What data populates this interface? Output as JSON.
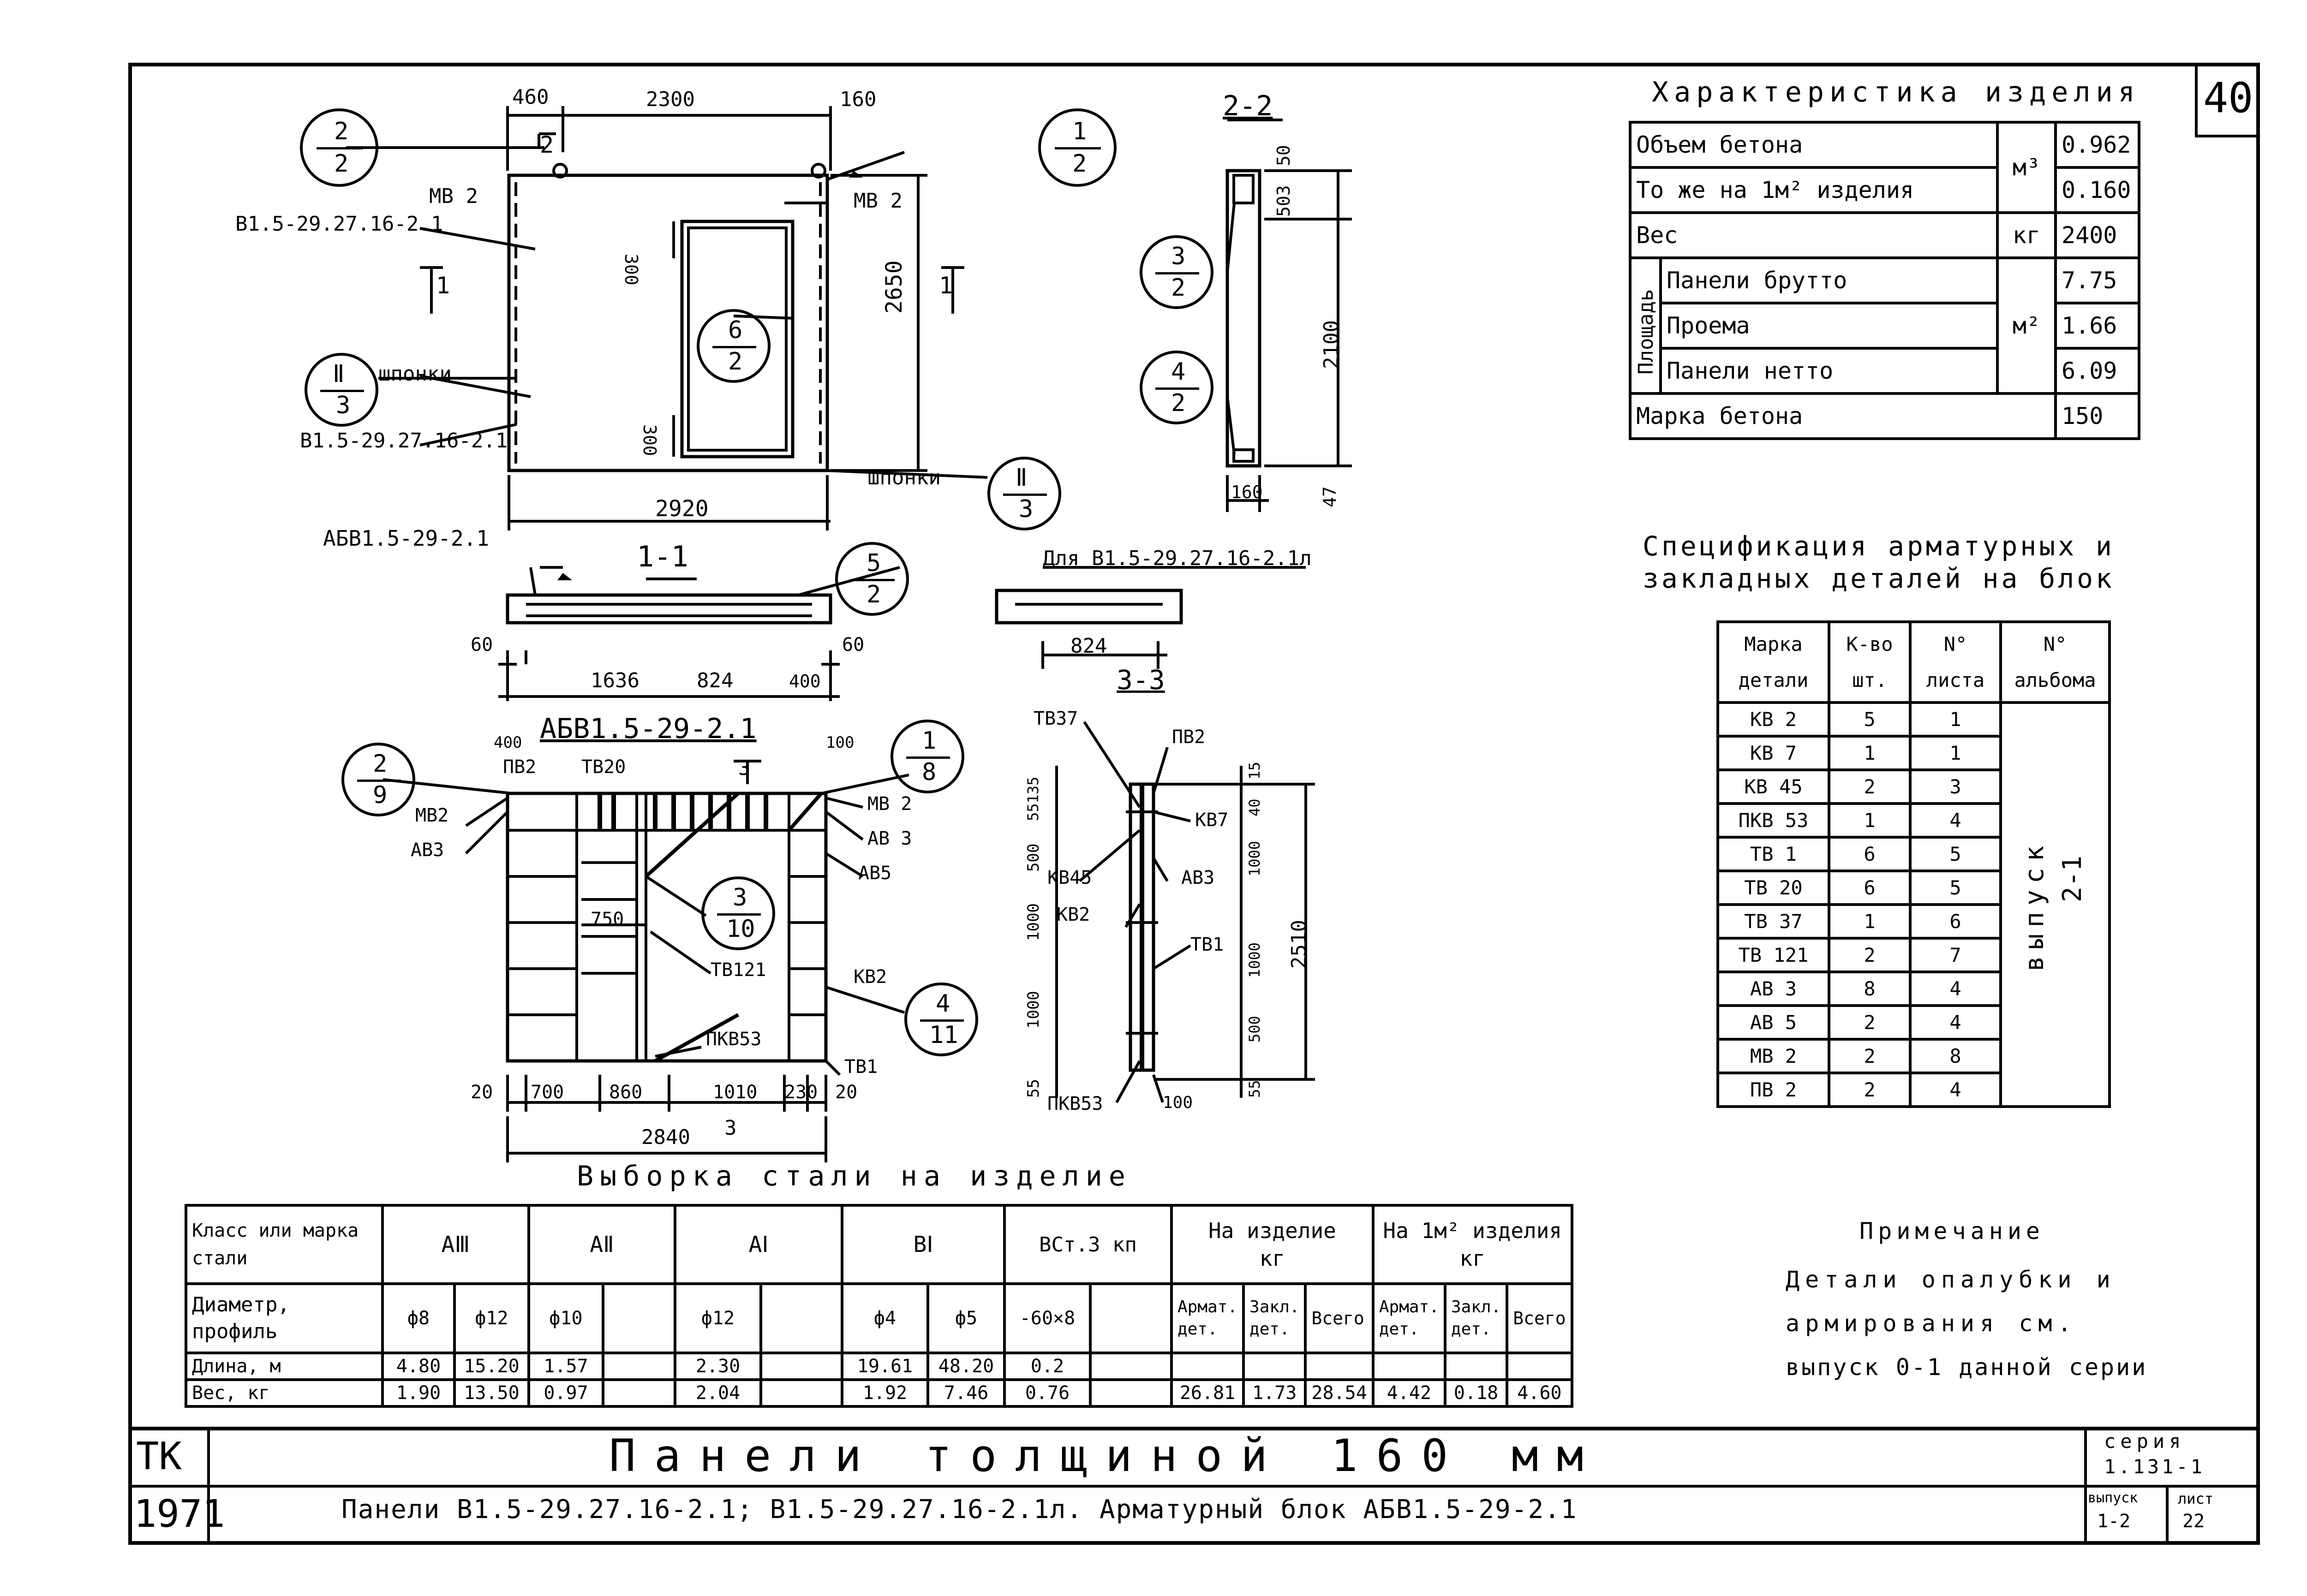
{
  "sheet": {
    "page_number": "40",
    "sheet_code": "ТК",
    "year": "1971",
    "title_main": "Панели толщиной 160 мм",
    "title_sub": "Панели В1.5-29.27.16-2.1; В1.5-29.27.16-2.1л. Арматурный блок АБВ1.5-29-2.1",
    "series_label": "серия",
    "series_value": "1.131-1",
    "issue_label": "выпуск",
    "issue_value": "1-2",
    "sheet_label": "лист",
    "sheet_value": "22"
  },
  "characteristics": {
    "title": "Характеристика изделия",
    "rows": [
      {
        "label": "Объем бетона",
        "unit": "м³",
        "value": "0.962"
      },
      {
        "label": "То же на 1м² изделия",
        "unit": "",
        "value": "0.160"
      },
      {
        "label": "Вес",
        "unit": "кг",
        "value": "2400"
      },
      {
        "label": "Панели брутто",
        "unit": "м²",
        "value": "7.75"
      },
      {
        "label": "Проема",
        "unit": "",
        "value": "1.66"
      },
      {
        "label": "Панели нетто",
        "unit": "",
        "value": "6.09"
      },
      {
        "label": "Марка бетона",
        "unit": "",
        "value": "150"
      }
    ],
    "area_group_label": "Площадь"
  },
  "specification": {
    "title_line1": "Спецификация арматурных и",
    "title_line2": "закладных деталей на блок",
    "headers": {
      "mark_1": "Марка",
      "mark_2": "детали",
      "qty_1": "К-во",
      "qty_2": "шт.",
      "sheet_1": "N°",
      "sheet_2": "листа",
      "album_1": "N°",
      "album_2": "альбома"
    },
    "album_value_1": "выпуск",
    "album_value_2": "2-1",
    "rows": [
      {
        "mark": "КВ 2",
        "qty": "5",
        "sheet": "1"
      },
      {
        "mark": "КВ 7",
        "qty": "1",
        "sheet": "1"
      },
      {
        "mark": "КВ 45",
        "qty": "2",
        "sheet": "3"
      },
      {
        "mark": "ПКВ 53",
        "qty": "1",
        "sheet": "4"
      },
      {
        "mark": "ТВ 1",
        "qty": "6",
        "sheet": "5"
      },
      {
        "mark": "ТВ 20",
        "qty": "6",
        "sheet": "5"
      },
      {
        "mark": "ТВ 37",
        "qty": "1",
        "sheet": "6"
      },
      {
        "mark": "ТВ 121",
        "qty": "2",
        "sheet": "7"
      },
      {
        "mark": "АВ 3",
        "qty": "8",
        "sheet": "4"
      },
      {
        "mark": "АВ 5",
        "qty": "2",
        "sheet": "4"
      },
      {
        "mark": "МВ 2",
        "qty": "2",
        "sheet": "8"
      },
      {
        "mark": "ПВ 2",
        "qty": "2",
        "sheet": "4"
      }
    ]
  },
  "steel": {
    "title": "Выборка стали на изделие",
    "class_header": "Класс или марка стали",
    "diameter_header": "Диаметр, профиль",
    "length_label": "Длина, м",
    "weight_label": "Вес, кг",
    "classes": {
      "a3": "АⅢ",
      "a2": "АⅡ",
      "a1": "АⅠ",
      "b1": "ВⅠ",
      "vst": "ВСт.3 кп",
      "per_item": "На изделие",
      "per_item_unit": "кг",
      "per_m2": "На 1м² изделия",
      "per_m2_unit": "кг"
    },
    "sub_headers": {
      "armat": "Армат. дет.",
      "zakl": "Закл. дет.",
      "total": "Всего"
    },
    "diameters": [
      "ф8",
      "ф12",
      "ф10",
      "",
      "ф12",
      "",
      "ф4",
      "ф5",
      "-60×8",
      ""
    ],
    "lengths": [
      "4.80",
      "15.20",
      "1.57",
      "",
      "2.30",
      "",
      "19.61",
      "48.20",
      "0.2",
      ""
    ],
    "weights": [
      "1.90",
      "13.50",
      "0.97",
      "",
      "2.04",
      "",
      "1.92",
      "7.46",
      "0.76",
      ""
    ],
    "per_item_weights": [
      "26.81",
      "1.73",
      "28.54"
    ],
    "per_m2_weights": [
      "4.42",
      "0.18",
      "4.60"
    ]
  },
  "note": {
    "title": "Примечание",
    "line1": "Детали опалубки и",
    "line2": "армирования см.",
    "line3": "выпуск 0-1 данной серии"
  },
  "drawing": {
    "panel_top_dims": [
      "460",
      "2300",
      "160"
    ],
    "panel_height_dim": "2650",
    "panel_width_dim": "2920",
    "panel_labels": [
      "МВ 2",
      "МВ 2",
      "В1.5-29.27.16-2.1",
      "шпонки",
      "В1.5-29.27.16-2.1",
      "шпонки"
    ],
    "opening_dims": [
      "300",
      "300"
    ],
    "section_marks": [
      "1",
      "1",
      "2",
      "2"
    ],
    "callouts": [
      {
        "top": "2",
        "bottom": "2"
      },
      {
        "top": "1",
        "bottom": "2"
      },
      {
        "top": "Ⅱ",
        "bottom": "3"
      },
      {
        "top": "6",
        "bottom": "2"
      },
      {
        "top": "Ⅱ",
        "bottom": "3"
      },
      {
        "top": "3",
        "bottom": "2"
      },
      {
        "top": "4",
        "bottom": "2"
      },
      {
        "top": "5",
        "bottom": "2"
      },
      {
        "top": "2",
        "bottom": "9"
      },
      {
        "top": "1",
        "bottom": "8"
      },
      {
        "top": "3",
        "bottom": "10"
      },
      {
        "top": "4",
        "bottom": "11"
      }
    ],
    "section22_title": "2-2",
    "section22_dims": [
      "50",
      "503",
      "2100",
      "47",
      "160"
    ],
    "section11_title": "1-1",
    "section11_label": "АБВ1.5-29-2.1",
    "section11_dims": [
      "60",
      "1636",
      "824",
      "400",
      "60"
    ],
    "section33_label": "Для В1.5-29.27.16-2.1л",
    "section33_title": "3-3",
    "section33_dim": "824",
    "block_title": "АБВ1.5-29-2.1",
    "block_labels": [
      "ПВ2",
      "ТВ20",
      "МВ2",
      "АВ3",
      "МВ 2",
      "АВ 3",
      "АВ5",
      "ТВ121",
      "КВ2",
      "ПКВ53",
      "ТВ1"
    ],
    "block_dims_top": [
      "400",
      "100"
    ],
    "block_dim_750": "750",
    "block_bottom_dims": [
      "20",
      "700",
      "860",
      "1010",
      "230",
      "20"
    ],
    "block_total_dim": "2840",
    "block_section_marks": [
      "3",
      "3"
    ],
    "side_labels": [
      "ТВ37",
      "ПВ2",
      "КВ7",
      "КВ45",
      "АВ3",
      "КВ2",
      "ТВ1",
      "ПКВ53"
    ],
    "side_dims_left": [
      "55135",
      "500",
      "1000",
      "1000",
      "55"
    ],
    "side_dims_right": [
      "15",
      "40",
      "1000",
      "1000",
      "500",
      "55",
      "100"
    ],
    "side_total_dim": "2510"
  }
}
